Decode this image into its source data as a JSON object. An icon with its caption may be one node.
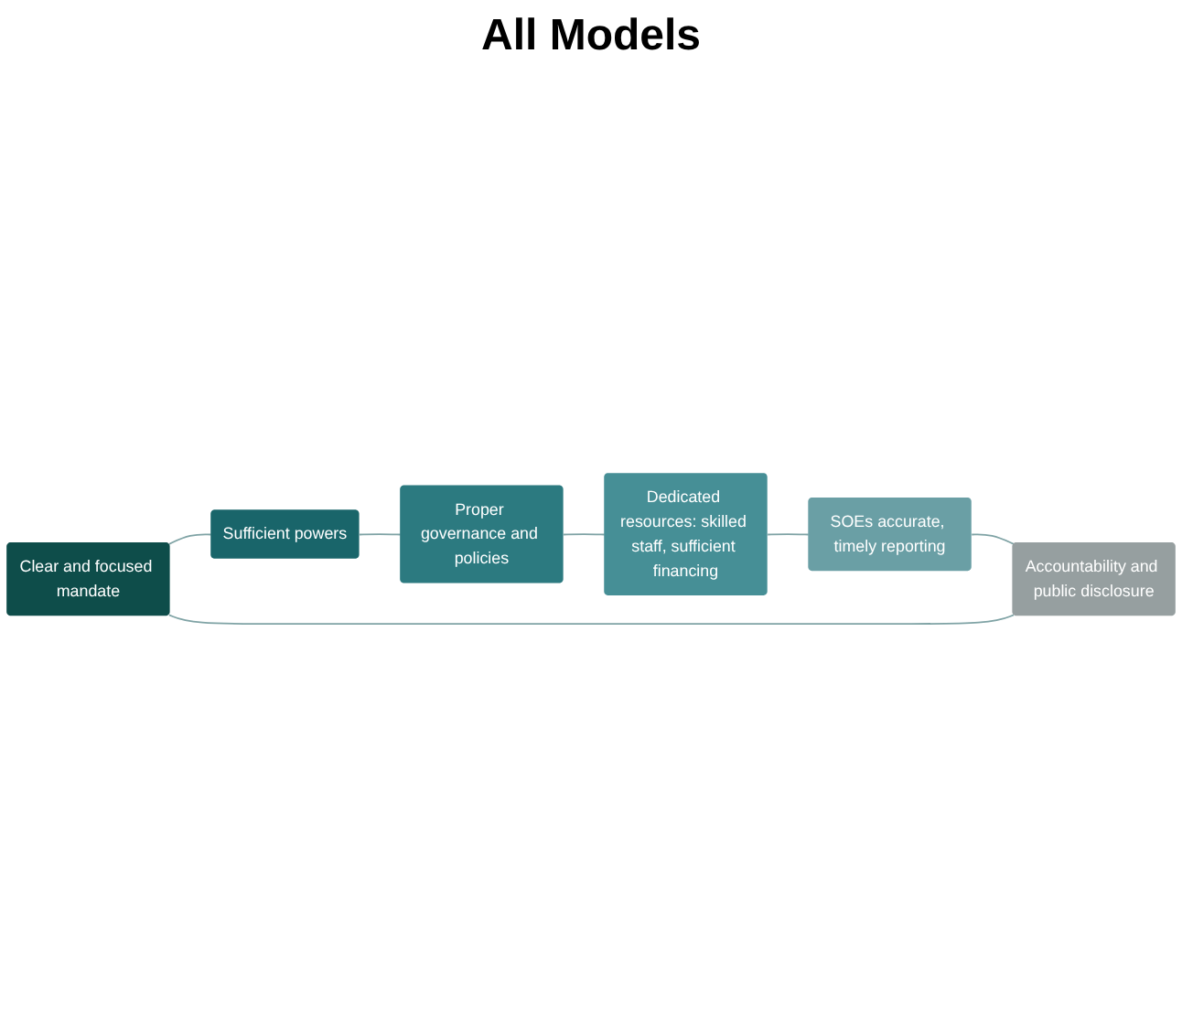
{
  "diagram": {
    "nodes": [
      {
        "text": [
          "Clear and focused mandate"
        ]
      },
      {
        "text": [
          "Sufficient powers"
        ]
      },
      {
        "text": [
          "Proper governance and policies"
        ]
      },
      {
        "text": [
          "Dedicated resources: skilled staff, sufficient financing"
        ]
      },
      {
        "text": [
          "SOEs accurate, timely reporting"
        ]
      },
      {
        "text": [
          "Accountability and public disclosure"
        ]
      }
    ],
    "edges": [
      {
        "from": 0,
        "to": 1,
        "arrow": "none"
      },
      {
        "from": 1,
        "to": 2,
        "arrow": "none"
      },
      {
        "from": 2,
        "to": 3,
        "arrow": "none"
      },
      {
        "from": 3,
        "to": 4,
        "arrow": "none"
      },
      {
        "from": 4,
        "to": 5,
        "arrow": "none"
      },
      {
        "from": 5,
        "to": 0,
        "arrow": "none"
      }
    ],
    "labels": [
      "All Models"
    ]
  }
}
